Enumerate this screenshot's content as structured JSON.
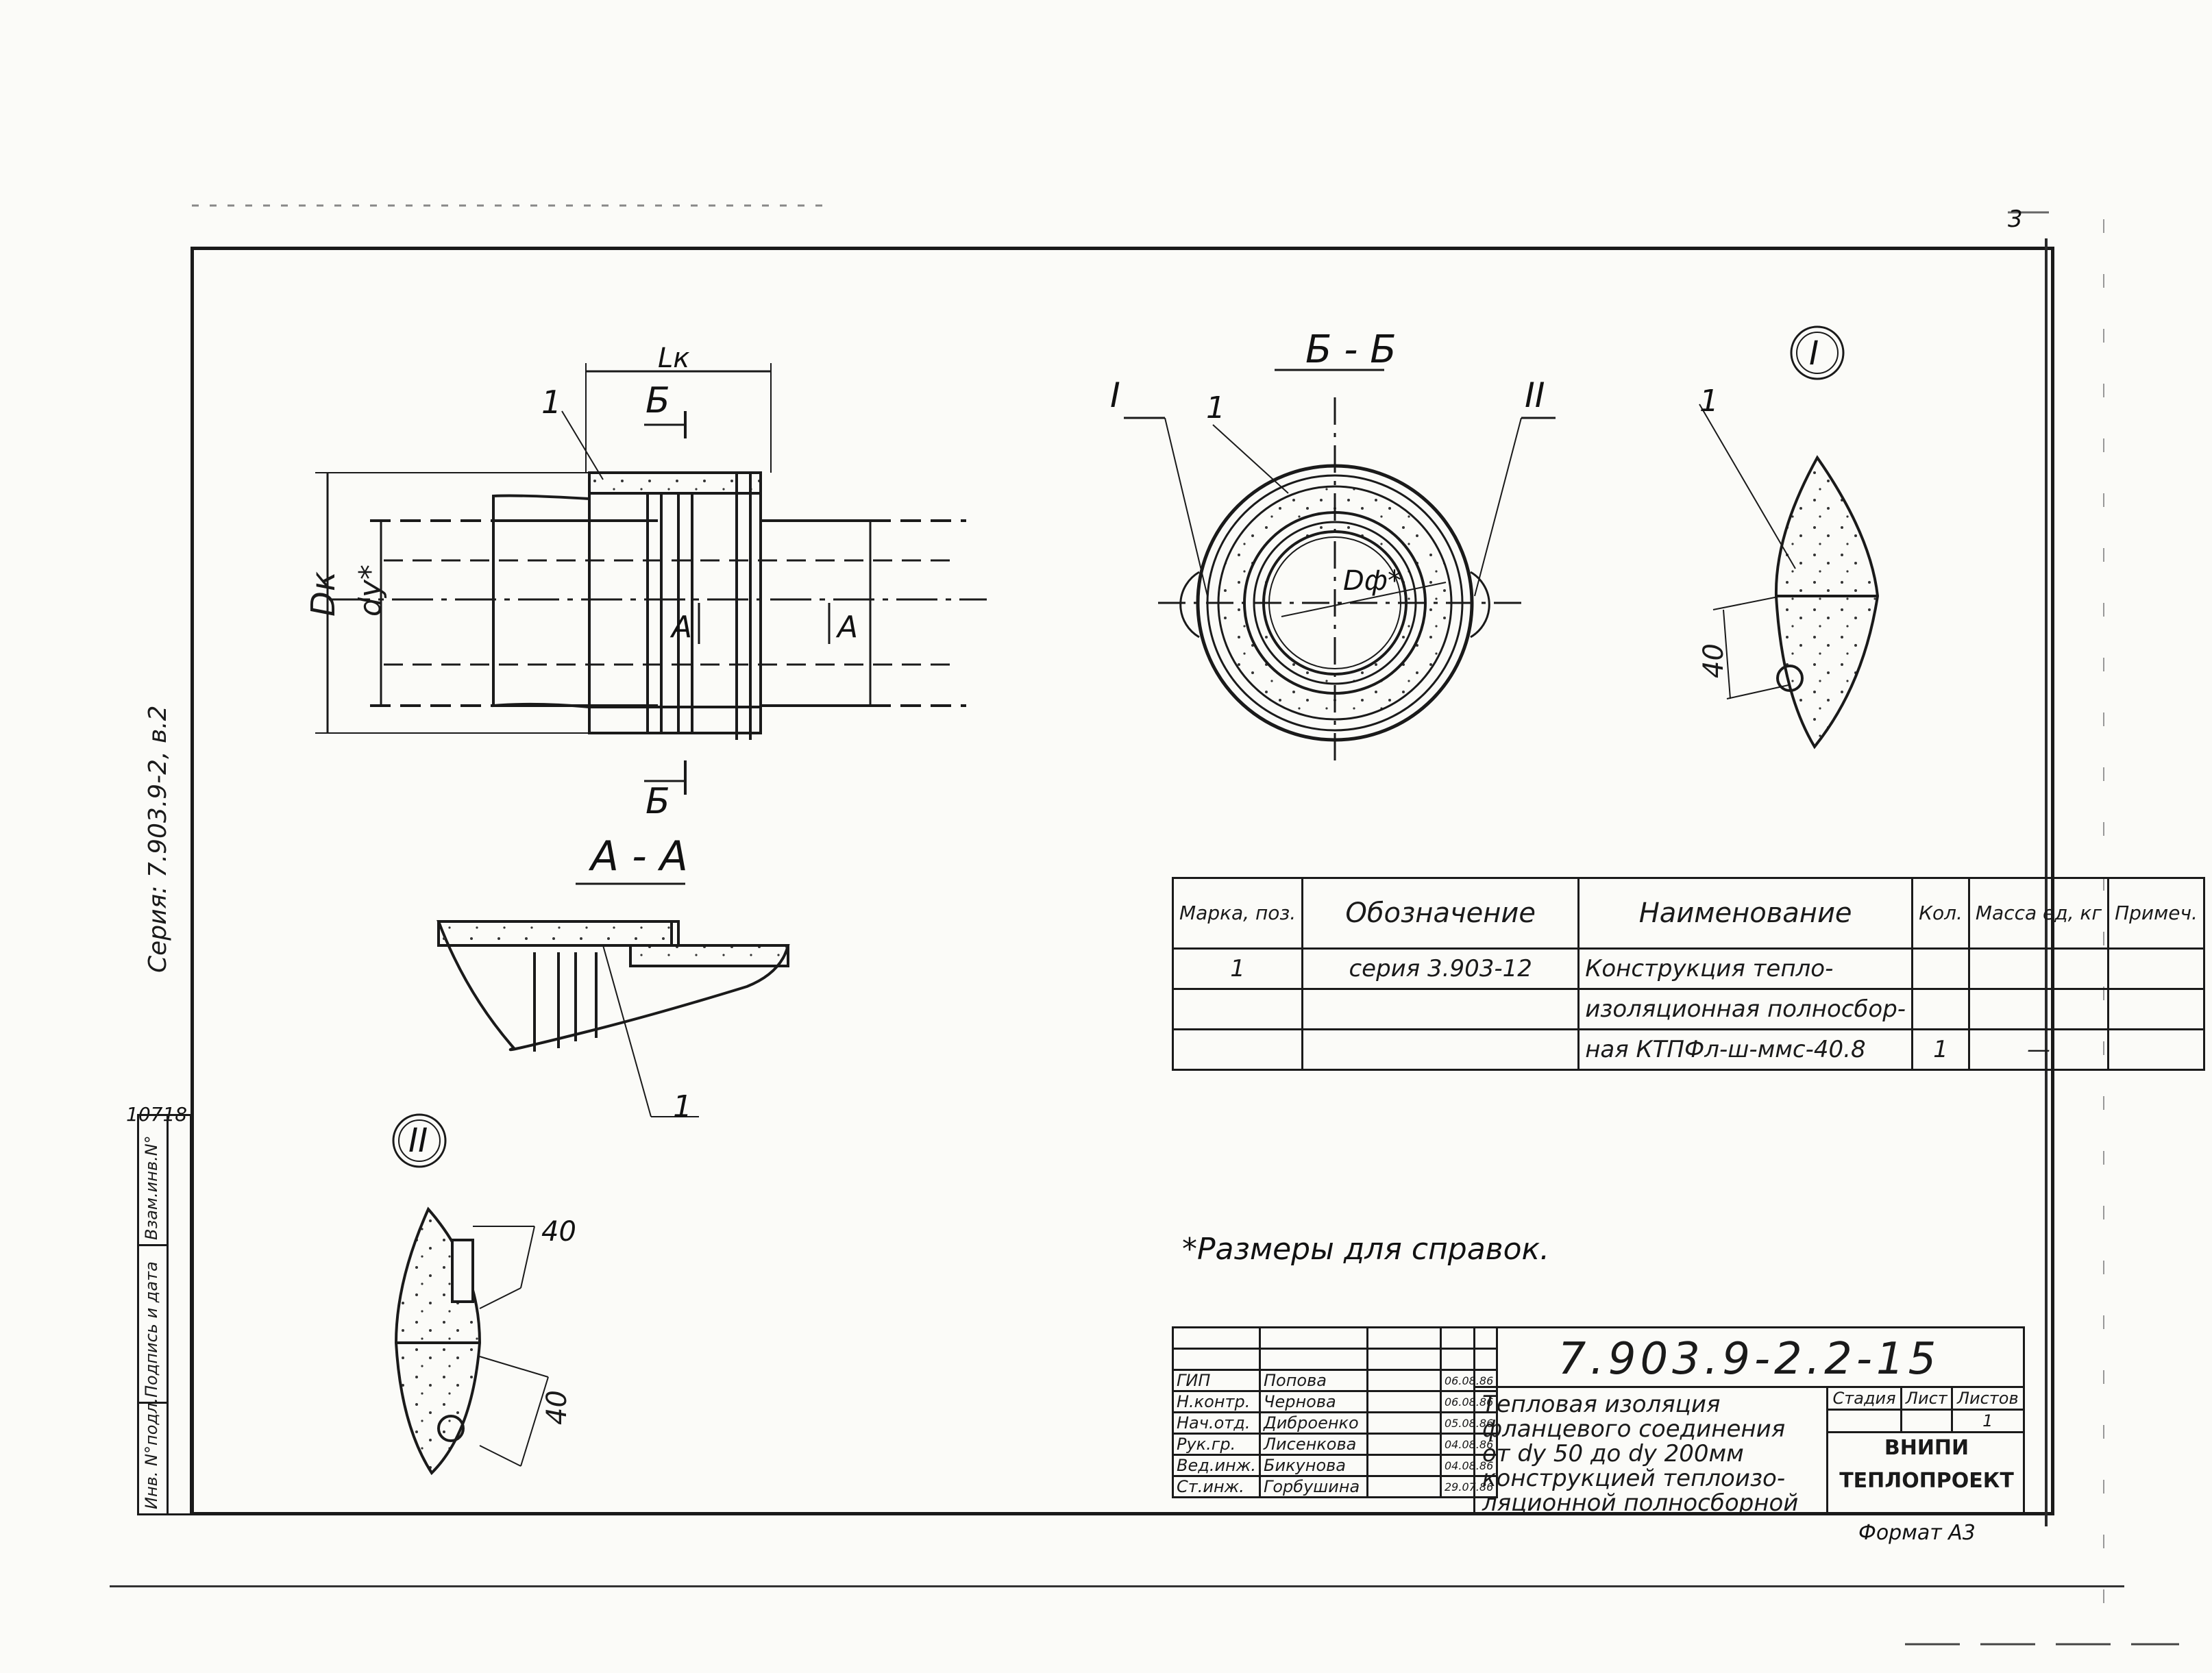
{
  "sheet_number": "3",
  "labels": {
    "lk": "Lк",
    "dk": "Dк",
    "dy": "dу*",
    "df": "Dф*",
    "pos_1": "1",
    "section_b_marker": "Б",
    "section_a_marker": "А",
    "section_aa_title": "А - А",
    "section_bb_title": "Б - Б",
    "detail_i": "I",
    "detail_ii": "II",
    "dim_40": "40"
  },
  "spec_table": {
    "headers": [
      "Марка, поз.",
      "Обозначение",
      "Наименование",
      "Кол.",
      "Масса ед, кг",
      "Примеч."
    ],
    "rows": [
      [
        "1",
        "серия 3.903-12",
        "Конструкция тепло-",
        "",
        "",
        ""
      ],
      [
        "",
        "",
        "изоляционная полносбор-",
        "",
        "",
        ""
      ],
      [
        "",
        "",
        "ная КТПФл-ш-ммс-40.8",
        "1",
        "—",
        ""
      ]
    ]
  },
  "note": "*Размеры для справок.",
  "series_side_text": "Серия: 7.903.9-2, в.2",
  "inv_number": "10718",
  "side_stamp": {
    "cells": [
      "Инв. N°подл.",
      "Подпись и дата",
      "Взам.инв.N°"
    ]
  },
  "title_block": {
    "doc_number": "7.903.9-2.2-15",
    "description_lines": [
      "Тепловая изоляция",
      "фланцевого соединения",
      "от dу 50 до dу 200мм",
      "конструкцией теплоизо-",
      "ляционной полносборной"
    ],
    "stage_headers": [
      "Стадия",
      "Лист",
      "Листов"
    ],
    "stage_values": [
      "",
      "",
      "1"
    ],
    "organization_line1": "ВНИПИ",
    "organization_line2": "ТЕПЛОПРОЕКТ",
    "signatories": [
      {
        "role": "ГИП",
        "name": "Попова",
        "date": "06.08.86"
      },
      {
        "role": "Н.контр.",
        "name": "Чернова",
        "date": "06.08.86"
      },
      {
        "role": "Нач.отд.",
        "name": "Диброенко",
        "date": "05.08.86"
      },
      {
        "role": "Рук.гр.",
        "name": "Лисенкова",
        "date": "04.08.86"
      },
      {
        "role": "Вед.инж.",
        "name": "Бикунова",
        "date": "04.08.86"
      },
      {
        "role": "Ст.инж.",
        "name": "Горбушина",
        "date": "29.07.86"
      }
    ]
  },
  "format": "Формат А3"
}
